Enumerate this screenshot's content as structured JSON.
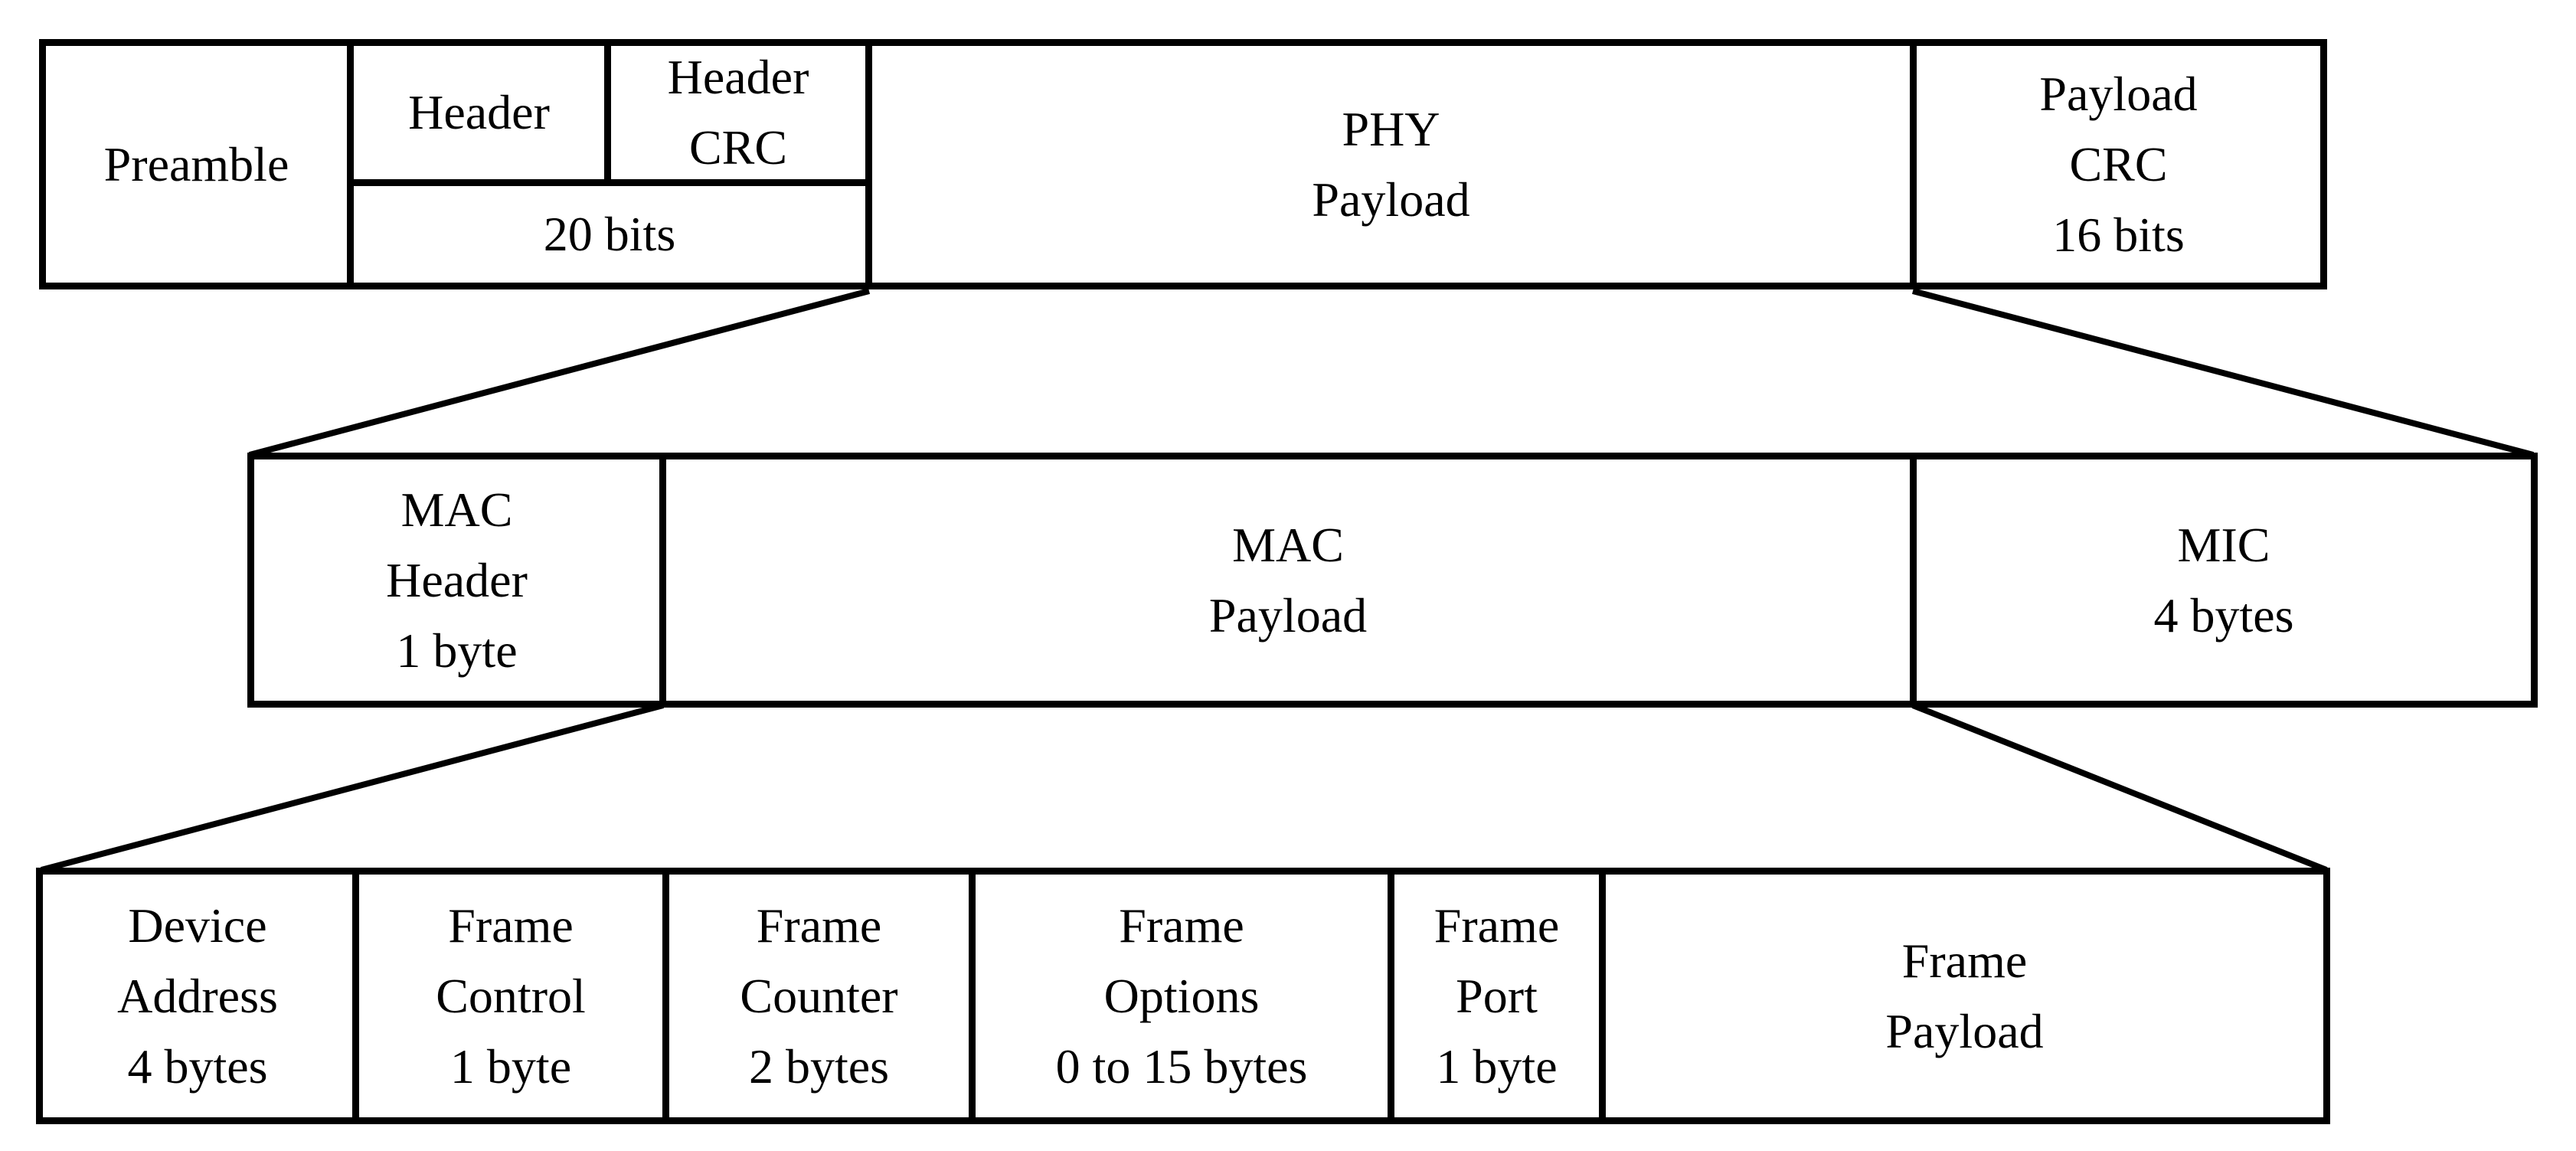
{
  "colors": {
    "background": "#ffffff",
    "line": "#000000",
    "text": "#000000"
  },
  "phy_row": {
    "preamble": [
      "Preamble"
    ],
    "header": [
      "Header"
    ],
    "header_crc": [
      "Header",
      "CRC"
    ],
    "header_size": [
      "20 bits"
    ],
    "phy_payload": [
      "PHY",
      "Payload"
    ],
    "payload_crc": [
      "Payload",
      "CRC",
      "16 bits"
    ]
  },
  "mac_row": {
    "mac_header": [
      "MAC",
      "Header",
      "1 byte"
    ],
    "mac_payload": [
      "MAC",
      "Payload"
    ],
    "mic": [
      "MIC",
      "4 bytes"
    ]
  },
  "frame_row": {
    "device_address": [
      "Device",
      "Address",
      "4 bytes"
    ],
    "frame_control": [
      "Frame",
      "Control",
      "1 byte"
    ],
    "frame_counter": [
      "Frame",
      "Counter",
      "2 bytes"
    ],
    "frame_options": [
      "Frame",
      "Options",
      "0 to 15 bytes"
    ],
    "frame_port": [
      "Frame",
      "Port",
      "1 byte"
    ],
    "frame_payload": [
      "Frame",
      "Payload"
    ]
  }
}
